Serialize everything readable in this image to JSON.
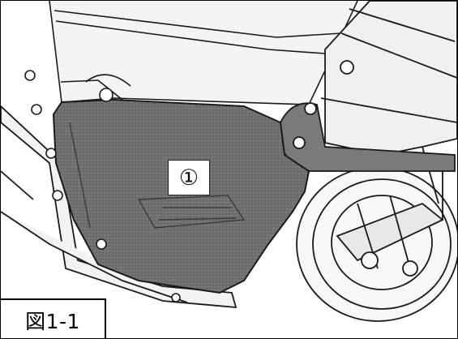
{
  "figure": {
    "callout_label": "①",
    "caption": "図1-1"
  },
  "colors": {
    "panel_fill": "#6f6f6f",
    "line": "#1a1a1a",
    "background": "#ffffff"
  },
  "icons": {
    "part_marker": "circled-number-1"
  }
}
